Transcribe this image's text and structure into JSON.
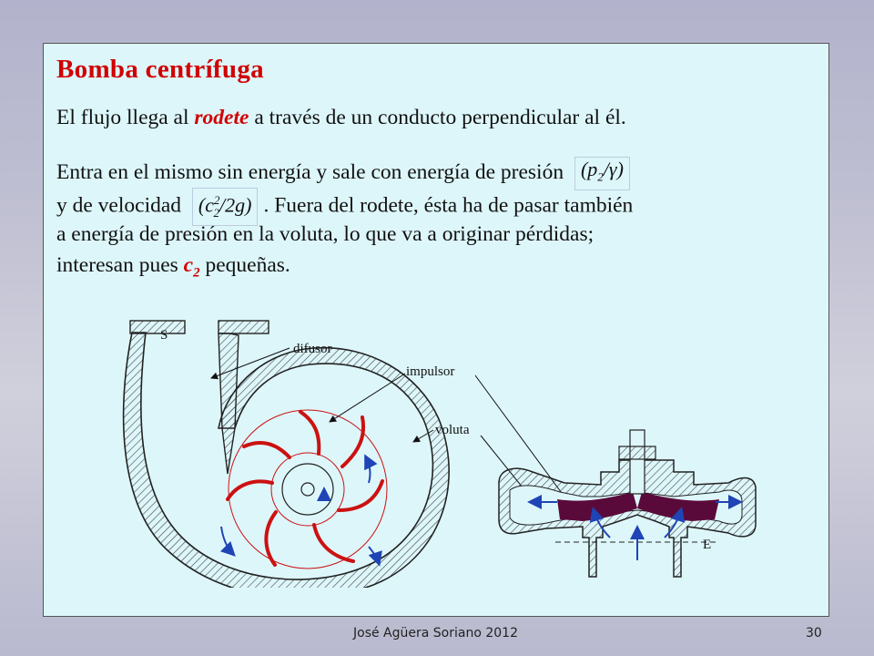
{
  "slide": {
    "title": "Bomba centrífuga",
    "para1": {
      "before": "El flujo llega al ",
      "emph": "rodete",
      "after": " a través de un conducto perpendicular al él."
    },
    "para2": {
      "line1": "Entra en el mismo sin energía y sale con energía de presión",
      "formula_pressure": {
        "lead": "(p",
        "sub": "2",
        "tail": "/γ)"
      },
      "line2_lead": "y de velocidad",
      "formula_velocity": {
        "lead": "(c",
        "sup": "2",
        "sub": "2",
        "tail": "/2g)"
      },
      "line2_tail": ". Fuera del rodete, ésta ha de pasar también",
      "line3": "a energía de presión en la voluta, lo que va a originar pérdidas;",
      "line4_lead": "interesan pues ",
      "c2": "c",
      "c2_sub": "2",
      "line4_tail": " pequeñas."
    },
    "diagram": {
      "label_s": "S",
      "label_difusor": "difusor",
      "label_impulsor": "impulsor",
      "label_voluta": "voluta",
      "label_e": "E",
      "impeller_color": "#cc1111",
      "arrow_color": "#1f44b5",
      "hub_color": "#5a0a3a"
    }
  },
  "footer": {
    "author": "José Agüera Soriano 2012",
    "page": "30"
  },
  "colors": {
    "background": "#c4c4d6",
    "panel": "#ddf6fa",
    "title": "#d10000",
    "text": "#111111"
  }
}
